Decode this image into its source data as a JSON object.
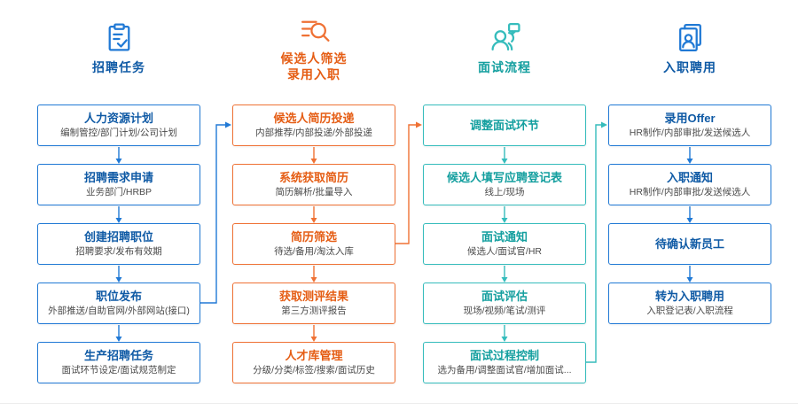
{
  "colors": {
    "blue": "#2079d5",
    "blue_dark": "#0f5aa5",
    "orange": "#ef7134",
    "orange_dark": "#e55d14",
    "teal": "#35bcbc",
    "teal_dark": "#149f9f",
    "subtitle_text": "#4a4a4a"
  },
  "diagram": {
    "columns": [
      {
        "header1": "招聘任务",
        "header2": "",
        "icon": "clipboard-check-icon",
        "color": "#2079d5",
        "boxes": [
          {
            "title": "人力资源计划",
            "subtitle": "编制管控/部门计划/公司计划"
          },
          {
            "title": "招聘需求申请",
            "subtitle": "业务部门/HRBP"
          },
          {
            "title": "创建招聘职位",
            "subtitle": "招聘要求/发布有效期"
          },
          {
            "title": "职位发布",
            "subtitle": "外部推送/自助官网/外部网站(接口)"
          },
          {
            "title": "生产招聘任务",
            "subtitle": "面试环节设定/面试规范制定"
          }
        ]
      },
      {
        "header1": "候选人筛选",
        "header2": "录用入职",
        "icon": "resume-search-icon",
        "color": "#ef7134",
        "boxes": [
          {
            "title": "候选人简历投递",
            "subtitle": "内部推荐/内部投递/外部投递"
          },
          {
            "title": "系统获取简历",
            "subtitle": "简历解析/批量导入"
          },
          {
            "title": "简历筛选",
            "subtitle": "待选/备用/淘汰入库"
          },
          {
            "title": "获取测评结果",
            "subtitle": "第三方测评报告"
          },
          {
            "title": "人才库管理",
            "subtitle": "分级/分类/标签/搜索/面试历史"
          }
        ]
      },
      {
        "header1": "面试流程",
        "header2": "",
        "icon": "interview-people-icon",
        "color": "#35bcbc",
        "boxes": [
          {
            "title": "调整面试环节",
            "subtitle": ""
          },
          {
            "title": "候选人填写应聘登记表",
            "subtitle": "线上/现场"
          },
          {
            "title": "面试通知",
            "subtitle": "候选人/面试官/HR"
          },
          {
            "title": "面试评估",
            "subtitle": "现场/视频/笔试/测评"
          },
          {
            "title": "面试过程控制",
            "subtitle": "选为备用/调整面试官/增加面试..."
          }
        ]
      },
      {
        "header1": "入职聘用",
        "header2": "",
        "icon": "employee-file-icon",
        "color": "#2079d5",
        "boxes": [
          {
            "title": "录用Offer",
            "subtitle": "HR制作/内部审批/发送候选人"
          },
          {
            "title": "入职通知",
            "subtitle": "HR制作/内部审批/发送候选人"
          },
          {
            "title": "待确认新员工",
            "subtitle": ""
          },
          {
            "title": "转为入职聘用",
            "subtitle": "入职登记表/入职流程"
          }
        ]
      }
    ]
  }
}
